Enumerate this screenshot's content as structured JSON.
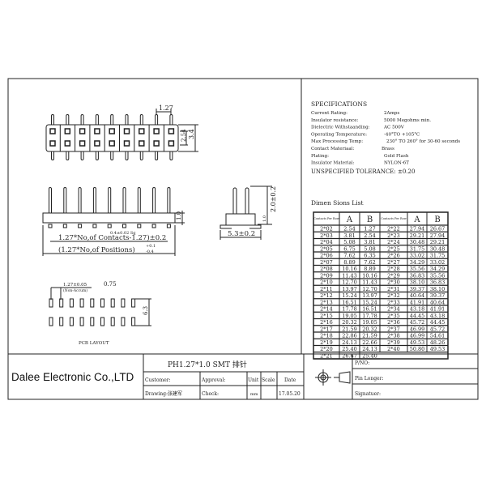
{
  "specifications": {
    "title": "SPECIFICATIONS",
    "rows": [
      {
        "label": "Current Rating:",
        "value": "2Amps"
      },
      {
        "label": "Insulator resistance:",
        "value": "5000 Megohms min."
      },
      {
        "label": "Dielectric Withstaanding:",
        "value": "AC 500V"
      },
      {
        "label": "Operating Temperature:",
        "value": "-40°TO +105°C"
      },
      {
        "label": "Max Processing Temp:",
        "value": "230° TO 260° for 30-60 seconds"
      },
      {
        "label": "Contact Materiaal:",
        "value": "Brass"
      },
      {
        "label": "Plating:",
        "value": "Gold  Flash"
      },
      {
        "label": "Insulator Material:",
        "value": "NYLON-6T"
      }
    ],
    "tolerance": "UNSPECIFIED TOLERANCE: ±0.20"
  },
  "dimensions": {
    "title": "Dimen Sions List",
    "headers": [
      "Contacts Per Row",
      "A",
      "B",
      "Contacts Per Row",
      "A",
      "B"
    ],
    "left": [
      [
        "2*02",
        "2.54",
        "1.27"
      ],
      [
        "2*03",
        "3.81",
        "2.54"
      ],
      [
        "2*04",
        "5.08",
        "3.81"
      ],
      [
        "2*05",
        "6.75",
        "5.08"
      ],
      [
        "2*06",
        "7.62",
        "6.35"
      ],
      [
        "2*07",
        "8.89",
        "7.62"
      ],
      [
        "2*08",
        "10.16",
        "8.89"
      ],
      [
        "2*09",
        "11.43",
        "10.16"
      ],
      [
        "2*10",
        "12.70",
        "11.43"
      ],
      [
        "2*11",
        "13.97",
        "12.70"
      ],
      [
        "2*12",
        "15.24",
        "13.97"
      ],
      [
        "2*13",
        "16.51",
        "15.24"
      ],
      [
        "2*14",
        "17.78",
        "16.51"
      ],
      [
        "2*15",
        "19.05",
        "17.78"
      ],
      [
        "2*16",
        "20.32",
        "19.05"
      ],
      [
        "2*17",
        "21.59",
        "20.32"
      ],
      [
        "2*18",
        "22.86",
        "21.59"
      ],
      [
        "2*19",
        "24.13",
        "22.66"
      ],
      [
        "2*20",
        "25.40",
        "24.13"
      ],
      [
        "2*21",
        "26.67",
        "25.40"
      ]
    ],
    "right": [
      [
        "2*22",
        "27.94",
        "26.67"
      ],
      [
        "2*23",
        "29.21",
        "27.94"
      ],
      [
        "2*24",
        "30.48",
        "29.21"
      ],
      [
        "2*25",
        "31.75",
        "30.48"
      ],
      [
        "2*26",
        "33.02",
        "31.75"
      ],
      [
        "2*27",
        "34.29",
        "33.02"
      ],
      [
        "2*28",
        "35.56",
        "34.29"
      ],
      [
        "2*29",
        "36.83",
        "35.56"
      ],
      [
        "2*30",
        "38.10",
        "36.83"
      ],
      [
        "2*31",
        "39.37",
        "38.10"
      ],
      [
        "2*32",
        "40.64",
        "39.37"
      ],
      [
        "2*33",
        "41.91",
        "40.64"
      ],
      [
        "2*34",
        "43.18",
        "41.91"
      ],
      [
        "2*35",
        "44.45",
        "43.18"
      ],
      [
        "2*36",
        "45.72",
        "44.45"
      ],
      [
        "2*37",
        "46.99",
        "45.72"
      ],
      [
        "2*38",
        "46.99",
        "54.61"
      ],
      [
        "2*39",
        "49.53",
        "48.26"
      ],
      [
        "2*40",
        "50.80",
        "49.53"
      ]
    ]
  },
  "drawing": {
    "pitch": "1.27",
    "row_pitch": "2.54",
    "height_top": "3.4",
    "body_height": "1.0",
    "pin_size": "0.4±0.02 Sq",
    "dim_contacts": "1.27*No,of Contacts-1.27)±0.2",
    "dim_positions": "(1.27*No,of Positions)",
    "tol_plus": "+0.1",
    "tol_minus": "-0.4",
    "side_height": "2.0±0.2",
    "side_small": "1.0",
    "side_width": "5.3±0.2",
    "pcb_pitch": "1.27±0.05",
    "pcb_note": "(Non-Accum)",
    "pcb_pad": "0.75",
    "pcb_row": "6.3",
    "pcb_title": "PCB LAYOUT"
  },
  "title_block": {
    "company": "Dalee Electronic Co.,LTD",
    "part_title": "PH1.27*1.0 SMT 排针",
    "customer": "Customer:",
    "approval": "Approval:",
    "unit": "Unit",
    "scale": "Scale",
    "date_label": "Date",
    "drawing": "Drawing:张建军",
    "check": "Check:",
    "unit_value": "mm",
    "date_value": "17.05.20",
    "pno": "P/NO:",
    "pin_longer": "Pin Longer:",
    "signature": "Signatuer:"
  }
}
